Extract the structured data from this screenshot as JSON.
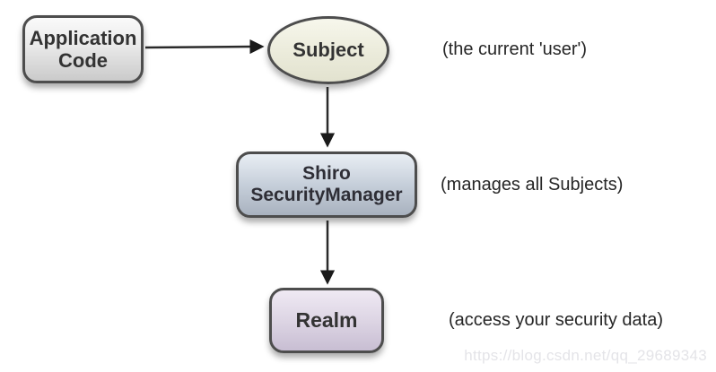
{
  "diagram": {
    "application_code": {
      "line1": "Application",
      "line2": "Code"
    },
    "subject": {
      "label": "Subject",
      "annotation": "(the current 'user')"
    },
    "security_manager": {
      "line1": "Shiro",
      "line2": "SecurityManager",
      "annotation": "(manages all Subjects)"
    },
    "realm": {
      "label": "Realm",
      "annotation": "(access your security data)"
    },
    "arrows": [
      {
        "from": "application-code",
        "to": "subject",
        "direction": "right"
      },
      {
        "from": "subject",
        "to": "security-manager",
        "direction": "down"
      },
      {
        "from": "security-manager",
        "to": "realm",
        "direction": "down"
      }
    ],
    "colors": {
      "background": "#ffffff",
      "node_border": "#4d4d4d",
      "arrow": "#1a1a1a",
      "app_code_fill_top": "#fafafa",
      "app_code_fill_bottom": "#cacaca",
      "subject_fill_top": "#f7f7ec",
      "subject_fill_bottom": "#e2e2cf",
      "security_manager_fill_top": "#e9eef4",
      "security_manager_fill_bottom": "#a9b2bf",
      "realm_fill_top": "#efe9f3",
      "realm_fill_bottom": "#c8bed3",
      "annotation_text": "#262626",
      "watermark_text": "#e4e4e8"
    }
  },
  "watermark": "https://blog.csdn.net/qq_29689343"
}
